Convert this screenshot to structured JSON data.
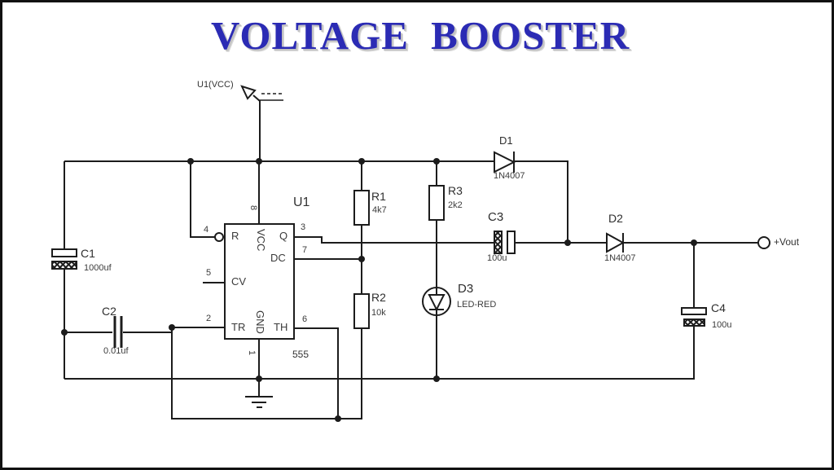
{
  "title": "VOLTAGE  BOOSTER",
  "supply": {
    "label": "U1(VCC)"
  },
  "output": {
    "label": "+Vout"
  },
  "ic": {
    "refdes": "U1",
    "part": "555",
    "pins": {
      "n1": "1",
      "n2": "2",
      "n3": "3",
      "n4": "4",
      "n5": "5",
      "n6": "6",
      "n7": "7",
      "n8": "8"
    },
    "labels": {
      "reset": "R",
      "control": "CV",
      "trigger": "TR",
      "output": "Q",
      "discharge": "DC",
      "threshold": "TH",
      "vcc": "VCC",
      "gnd": "GND"
    }
  },
  "components": {
    "c1": {
      "ref": "C1",
      "value": "1000uf"
    },
    "c2": {
      "ref": "C2",
      "value": "0.01uf"
    },
    "c3": {
      "ref": "C3",
      "value": "100u"
    },
    "c4": {
      "ref": "C4",
      "value": "100u"
    },
    "r1": {
      "ref": "R1",
      "value": "4k7"
    },
    "r2": {
      "ref": "R2",
      "value": "10k"
    },
    "r3": {
      "ref": "R3",
      "value": "2k2"
    },
    "d1": {
      "ref": "D1",
      "value": "1N4007"
    },
    "d2": {
      "ref": "D2",
      "value": "1N4007"
    },
    "d3": {
      "ref": "D3",
      "value": "LED-RED"
    }
  },
  "colors": {
    "title": "#2b2bb4",
    "line": "#1c1c1c",
    "background": "#ffffff"
  }
}
